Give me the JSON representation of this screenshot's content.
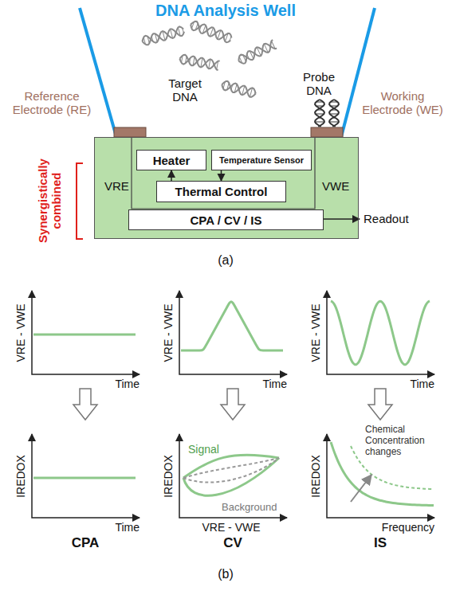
{
  "diagram": {
    "nodes": [
      {
        "text": [
          "VRE",
          "VWE"
        ]
      },
      {
        "text": [
          "Heater"
        ],
        "in": 0
      },
      {
        "text": [
          "Temperature Sensor"
        ],
        "in": 0
      },
      {
        "text": [
          "Thermal Control"
        ],
        "in": 0
      },
      {
        "text": [
          "CPA / CV / IS"
        ],
        "in": 0
      }
    ],
    "edges": [
      {
        "from": 3,
        "to": 1,
        "arrow": "to"
      },
      {
        "from": 2,
        "to": 3,
        "arrow": "to"
      }
    ],
    "labels": [
      "DNA Analysis Well",
      "Target DNA",
      "Probe DNA",
      "Reference Electrode (RE)",
      "Working Electrode (WE)",
      "Synergistically combined",
      "Readout",
      "(a)",
      "VRE - VWE",
      "Time",
      "VRE - VWE",
      "Time",
      "VRE - VWE",
      "Time",
      "IREDOX",
      "Time",
      "IREDOX",
      "Signal",
      "Background",
      "VRE - VWE",
      "IREDOX",
      "Chemical Concentration changes",
      "Frequency",
      "CPA",
      "CV",
      "IS",
      "(b)"
    ]
  }
}
